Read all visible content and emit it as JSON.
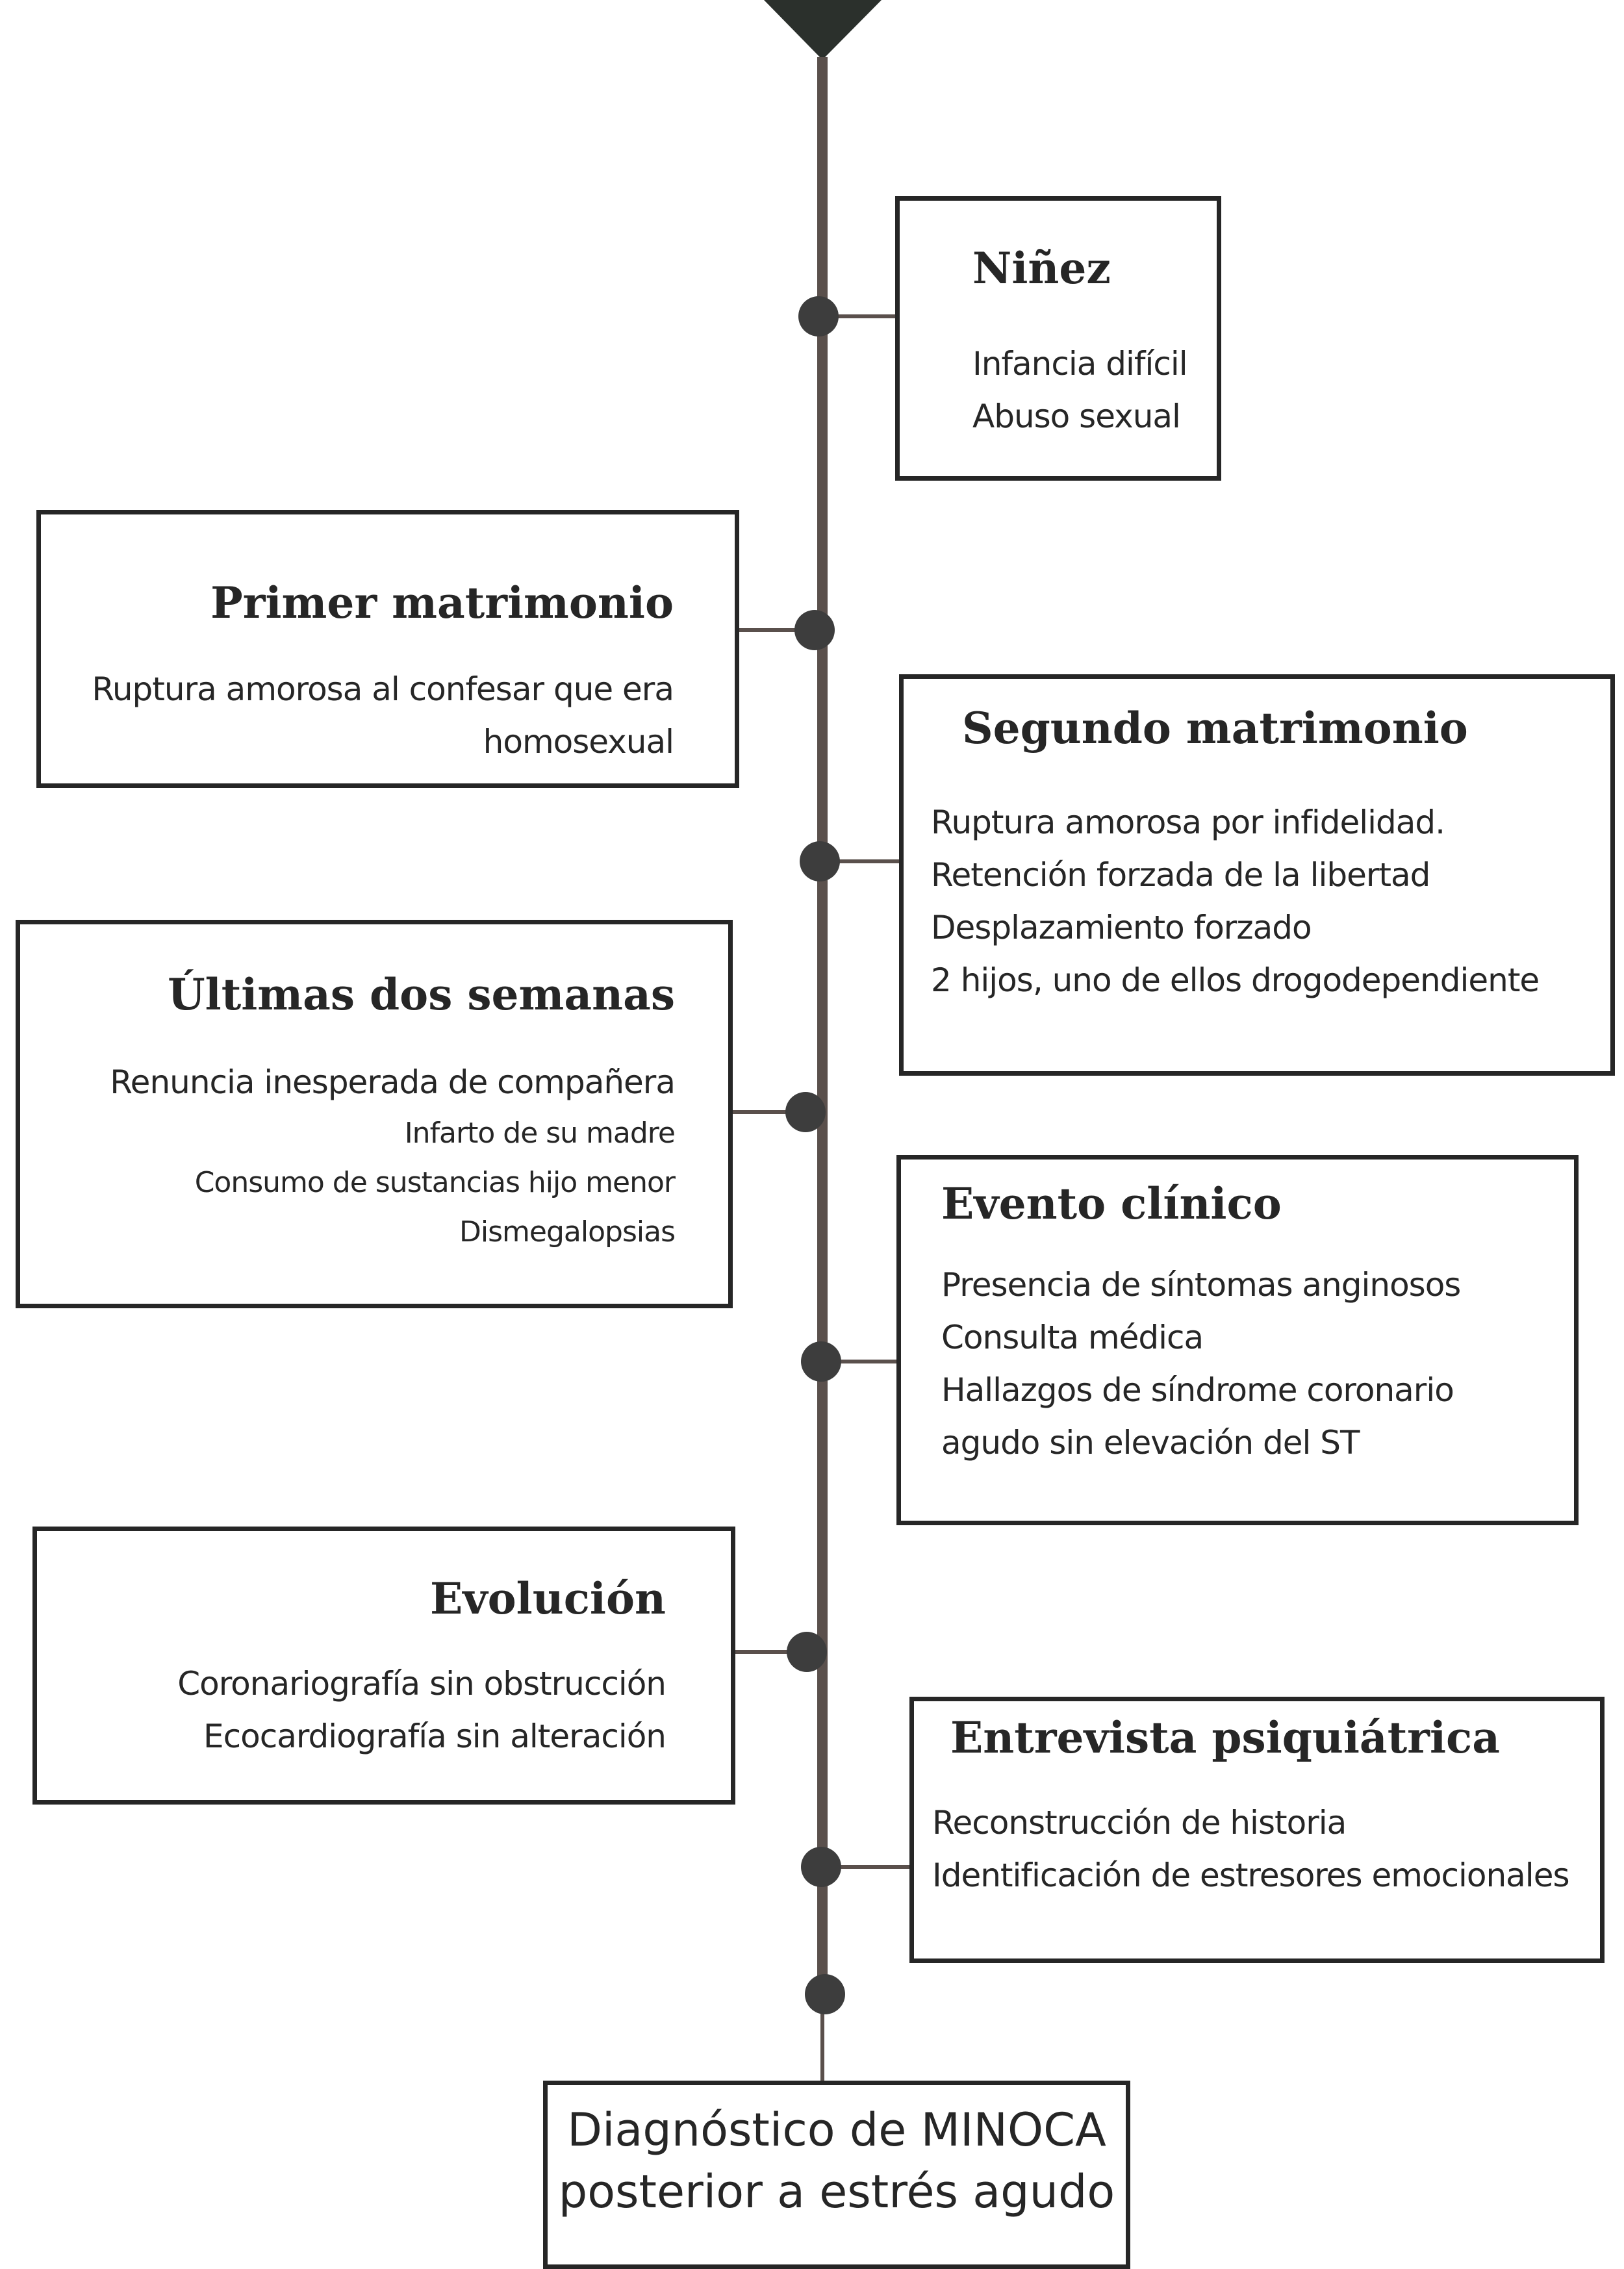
{
  "events": [
    {
      "title": "Niñez",
      "lines": [
        "Infancia difícil",
        "Abuso sexual"
      ]
    },
    {
      "title": "Primer matrimonio",
      "lines": [
        "Ruptura amorosa al confesar que era",
        "homosexual"
      ]
    },
    {
      "title": "Segundo matrimonio",
      "lines": [
        "Ruptura amorosa por infidelidad.",
        "Retención forzada de la libertad",
        "Desplazamiento forzado",
        "2 hijos, uno de ellos drogodependiente"
      ]
    },
    {
      "title": "Últimas dos semanas",
      "lines": [
        "Renuncia inesperada de compañera",
        "Infarto de su madre",
        "Consumo de sustancias hijo menor",
        "Dismegalopsias"
      ]
    },
    {
      "title": "Evento clínico",
      "lines": [
        "Presencia de síntomas anginosos",
        "Consulta médica",
        "Hallazgos de síndrome coronario",
        "agudo sin elevación del ST"
      ]
    },
    {
      "title": "Evolución",
      "lines": [
        "Coronariografía sin obstrucción",
        "Ecocardiografía sin alteración"
      ]
    },
    {
      "title": "Entrevista psiquiátrica",
      "lines": [
        "Reconstrucción de historia",
        "Identificación de estresores emocionales"
      ]
    }
  ],
  "diagnosis": {
    "line1": "Diagnóstico de MINOCA",
    "line2": "posterior a estrés agudo"
  },
  "colors": {
    "line": "#5a504c",
    "node": "#3d3d3d",
    "border": "#262626"
  }
}
